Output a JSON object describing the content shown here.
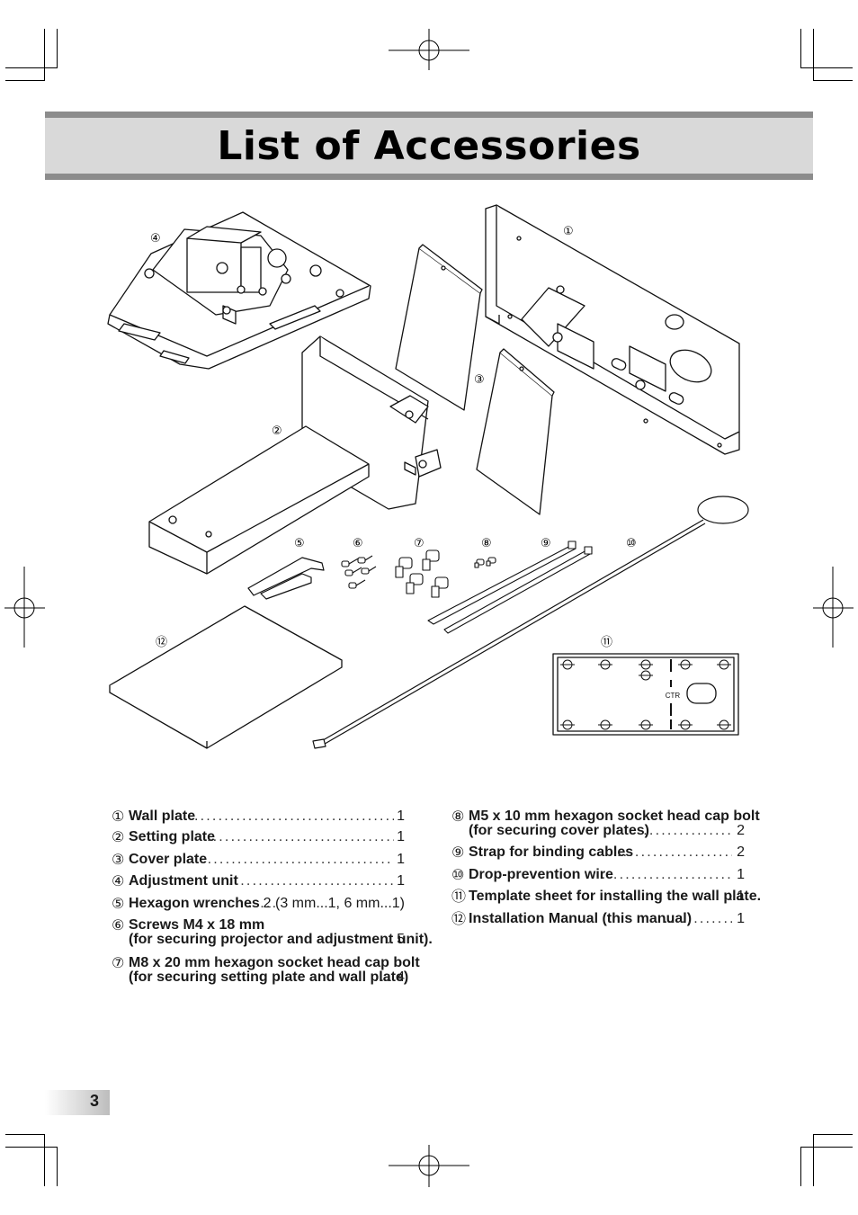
{
  "page": {
    "title": "List of Accessories",
    "page_number": "3"
  },
  "diagram": {
    "callouts": [
      {
        "id": "c1",
        "label": "①"
      },
      {
        "id": "c2",
        "label": "②"
      },
      {
        "id": "c3",
        "label": "③"
      },
      {
        "id": "c4",
        "label": "④"
      },
      {
        "id": "c5",
        "label": "⑤"
      },
      {
        "id": "c6",
        "label": "⑥"
      },
      {
        "id": "c7",
        "label": "⑦"
      },
      {
        "id": "c8",
        "label": "⑧"
      },
      {
        "id": "c9",
        "label": "⑨"
      },
      {
        "id": "c10",
        "label": "⑩"
      },
      {
        "id": "c11",
        "label": "⑪"
      },
      {
        "id": "c12",
        "label": "⑫"
      }
    ],
    "template_label": "CTR"
  },
  "accessories_left": [
    {
      "num": "①",
      "name": "Wall plate",
      "qty": "1"
    },
    {
      "num": "②",
      "name": "Setting plate",
      "qty": "1"
    },
    {
      "num": "③",
      "name": "Cover plate",
      "qty": "1"
    },
    {
      "num": "④",
      "name": "Adjustment unit",
      "qty": "1"
    },
    {
      "num": "⑤",
      "name": "Hexagon wrenches",
      "qty": "2 (3 mm...1,  6 mm...1)"
    },
    {
      "num": "⑥",
      "name": "Screws M4 x 18 mm",
      "sub": "(for securing projector and adjustment unit).",
      "qty": "5"
    },
    {
      "num": "⑦",
      "name": "M8 x 20 mm hexagon socket head cap bolt",
      "sub": "(for securing setting plate and wall plate)",
      "qty": "4"
    }
  ],
  "accessories_right": [
    {
      "num": "⑧",
      "name": "M5 x 10 mm hexagon socket head cap bolt",
      "sub": "(for securing cover plates)",
      "qty": "2"
    },
    {
      "num": "⑨",
      "name": "Strap for binding cables",
      "qty": "2"
    },
    {
      "num": "⑩",
      "name": "Drop-prevention wire",
      "qty": "1"
    },
    {
      "num": "⑪",
      "name": "Template sheet for installing the wall plate.",
      "qty": "1"
    },
    {
      "num": "⑫",
      "name": "Installation Manual (this manual)",
      "qty": "1"
    }
  ]
}
